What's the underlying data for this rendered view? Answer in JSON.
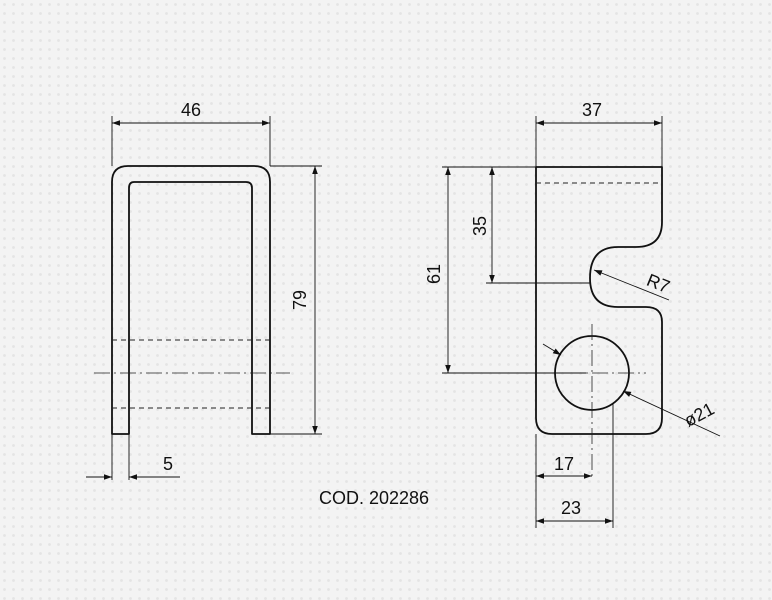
{
  "dimensions": {
    "width_front": "46",
    "height_front": "79",
    "thickness": "5",
    "width_side": "37",
    "total_height": "61",
    "slot_depth": "35",
    "radius": "R7",
    "hole_diameter": "ø21",
    "hole_offset": "17",
    "hole_edge": "23"
  },
  "part_code": "COD. 202286"
}
